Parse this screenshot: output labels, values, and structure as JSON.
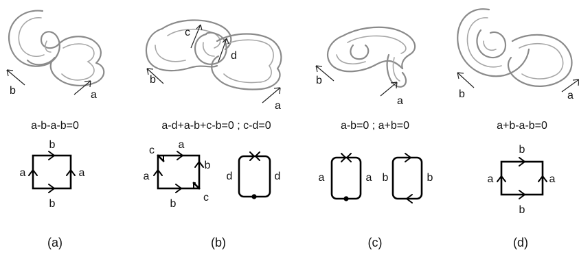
{
  "panels": [
    {
      "caption": "(a)",
      "equation": "a-b-a-b=0",
      "sketch_labels": [
        "a",
        "b"
      ],
      "square_labels": {
        "top": "b",
        "bottom": "b",
        "left": "a",
        "right": "a"
      }
    },
    {
      "caption": "(b)",
      "equation": "a-d+a-b+c-b=0 ; c-d=0",
      "sketch_labels": [
        "a",
        "b",
        "c",
        "d"
      ],
      "square_labels": {
        "top": "a",
        "bottom": "b",
        "left": "a",
        "right": "b",
        "diag_top": "c",
        "diag_bottom": "c"
      },
      "loop_labels": {
        "left": "d",
        "right": "d"
      }
    },
    {
      "caption": "(c)",
      "equation": "a-b=0 ; a+b=0",
      "sketch_labels": [
        "a",
        "b"
      ],
      "loop1_labels": {
        "left": "a",
        "right": "a"
      },
      "loop2_labels": {
        "left": "b",
        "right": "b"
      }
    },
    {
      "caption": "(d)",
      "equation": "a+b-a-b=0",
      "sketch_labels": [
        "a",
        "b"
      ],
      "square_labels": {
        "top": "b",
        "bottom": "b",
        "left": "a",
        "right": "a"
      }
    }
  ]
}
